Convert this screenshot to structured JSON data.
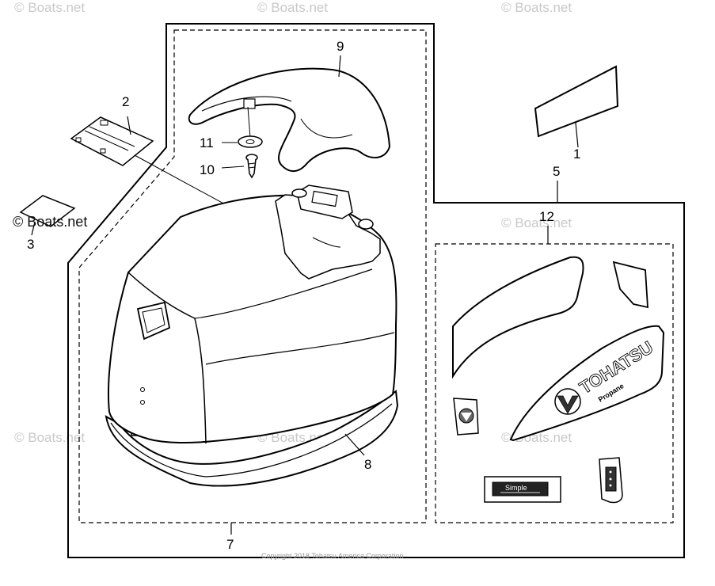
{
  "callouts": {
    "c1": "1",
    "c2": "2",
    "c3": "3",
    "c5": "5",
    "c7": "7",
    "c8": "8",
    "c9": "9",
    "c10": "10",
    "c11": "11",
    "c12": "12"
  },
  "watermark": "© Boats.net",
  "copyright": "Copyright 2018 Tohatsu America Corporation",
  "decal_text": {
    "brand": "TOHATSU",
    "model": "Propane",
    "badge": "Simple"
  }
}
